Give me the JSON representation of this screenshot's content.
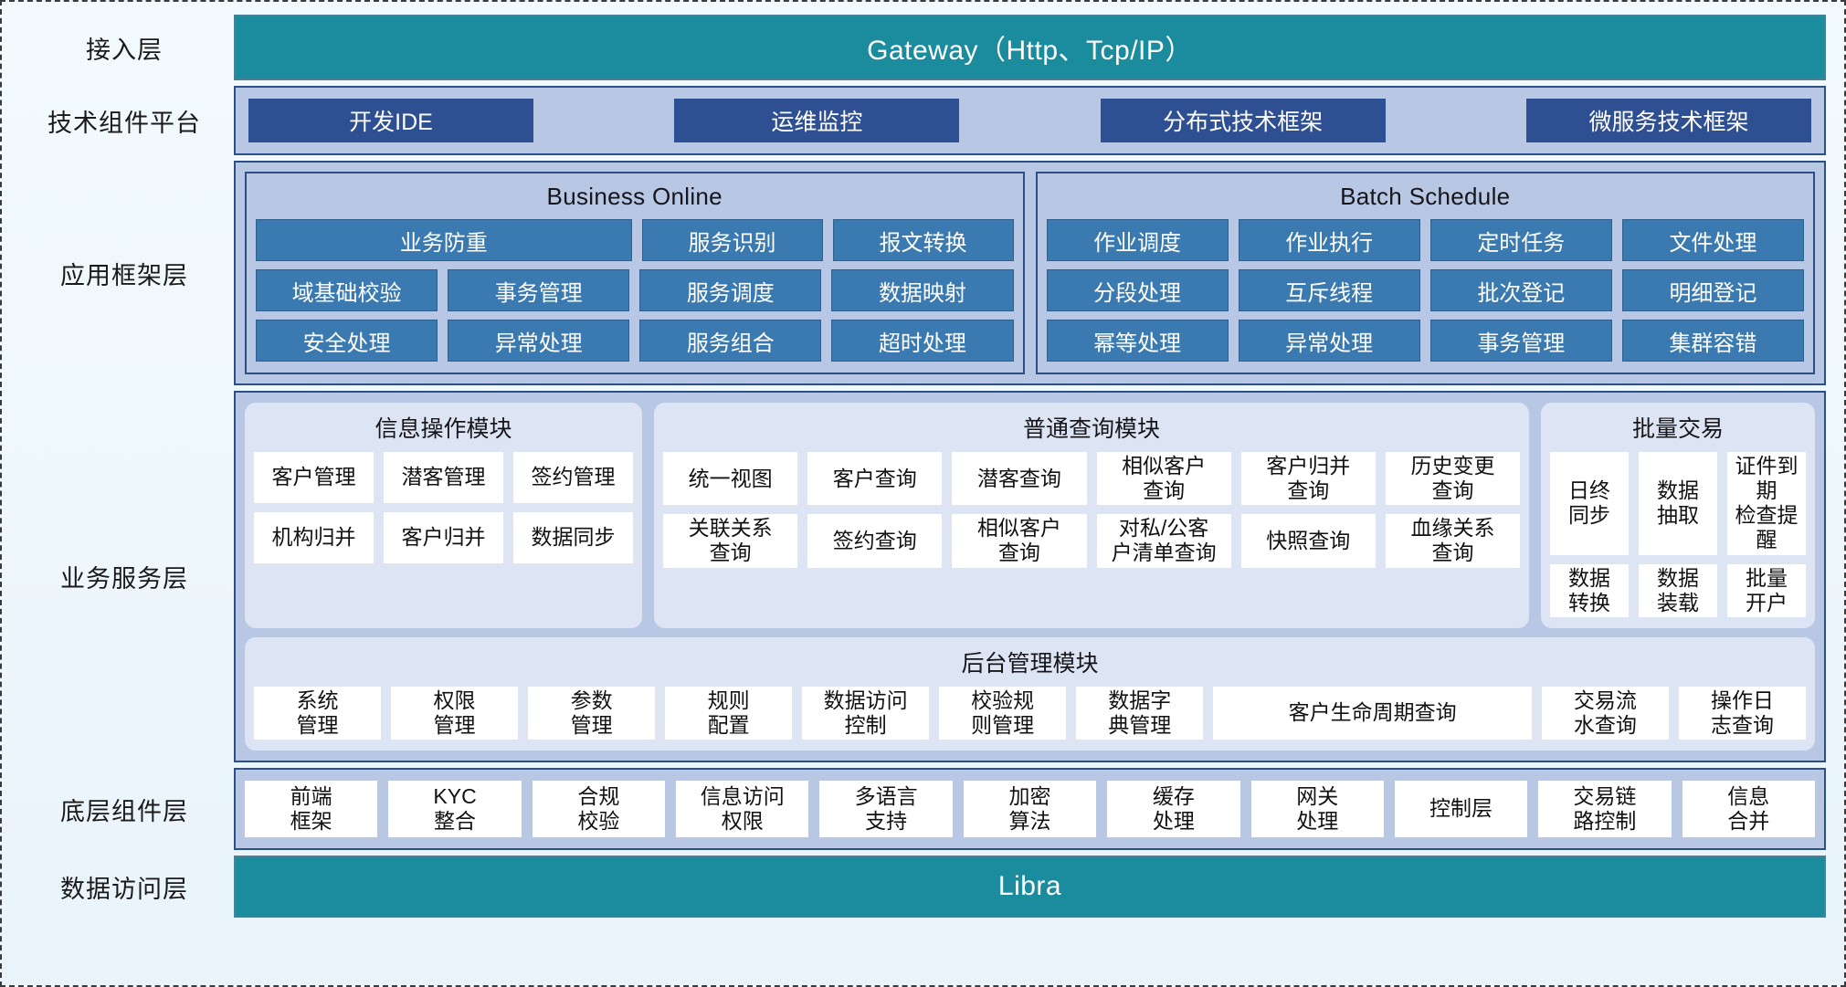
{
  "layers": {
    "access": {
      "label": "接入层",
      "bar": "Gateway（Http、Tcp/IP）"
    },
    "tech": {
      "label": "技术组件平台"
    },
    "appframe": {
      "label": "应用框架层"
    },
    "service": {
      "label": "业务服务层"
    },
    "base": {
      "label": "底层组件层"
    },
    "dataaccess": {
      "label": "数据访问层",
      "bar": "Libra"
    }
  },
  "tech_platform": {
    "chips": [
      "开发IDE",
      "运维监控",
      "分布式技术框架",
      "微服务技术框架"
    ]
  },
  "app_framework": {
    "groups": [
      {
        "title": "Business Online",
        "rows": [
          [
            "业务防重",
            "服务识别",
            "报文转换"
          ],
          [
            "域基础校验",
            "事务管理",
            "服务调度",
            "数据映射"
          ],
          [
            "安全处理",
            "异常处理",
            "服务组合",
            "超时处理"
          ]
        ],
        "first_row_span": true
      },
      {
        "title": "Batch Schedule",
        "rows": [
          [
            "作业调度",
            "作业执行",
            "定时任务",
            "文件处理"
          ],
          [
            "分段处理",
            "互斥线程",
            "批次登记",
            "明细登记"
          ],
          [
            "幂等处理",
            "异常处理",
            "事务管理",
            "集群容错"
          ]
        ],
        "first_row_span": false
      }
    ]
  },
  "business_service": {
    "modules": [
      {
        "id": "mod-info",
        "title": "信息操作模块",
        "rows": [
          [
            "客户管理",
            "潜客管理",
            "签约管理"
          ],
          [
            "机构归并",
            "客户归并",
            "数据同步"
          ]
        ]
      },
      {
        "id": "mod-query",
        "title": "普通查询模块",
        "rows": [
          [
            "统一视图",
            "客户查询",
            "潜客查询",
            "相似客户\n查询",
            "客户归并\n查询",
            "历史变更\n查询"
          ],
          [
            "关联关系\n查询",
            "签约查询",
            "相似客户\n查询",
            "对私/公客\n户清单查询",
            "快照查询",
            "血缘关系\n查询"
          ]
        ]
      },
      {
        "id": "mod-batch",
        "title": "批量交易",
        "rows": [
          [
            "日终\n同步",
            "数据\n抽取",
            "证件到期\n检查提醒"
          ],
          [
            "数据\n转换",
            "数据\n装载",
            "批量\n开户"
          ]
        ]
      }
    ],
    "admin_module": {
      "title": "后台管理模块",
      "cells": [
        "系统\n管理",
        "权限\n管理",
        "参数\n管理",
        "规则\n配置",
        "数据访问\n控制",
        "校验规\n则管理",
        "数据字\n典管理",
        "客户生命周期查询",
        "交易流\n水查询",
        "操作日\n志查询"
      ],
      "wide_index": 7
    }
  },
  "base_components": {
    "cells": [
      "前端\n框架",
      "KYC\n整合",
      "合规\n校验",
      "信息访问\n权限",
      "多语言\n支持",
      "加密\n算法",
      "缓存\n处理",
      "网关\n处理",
      "控制层",
      "交易链\n路控制",
      "信息\n合并"
    ]
  },
  "colors": {
    "teal": "#1a8c9e",
    "periwinkle": "#b7c7e4",
    "chip_blue": "#3a7ab0",
    "tech_chip": "#2e4f91",
    "module_bg": "#dde5f4",
    "border_blue": "#2c4f85",
    "canvas_bg": "#eef7fc"
  }
}
